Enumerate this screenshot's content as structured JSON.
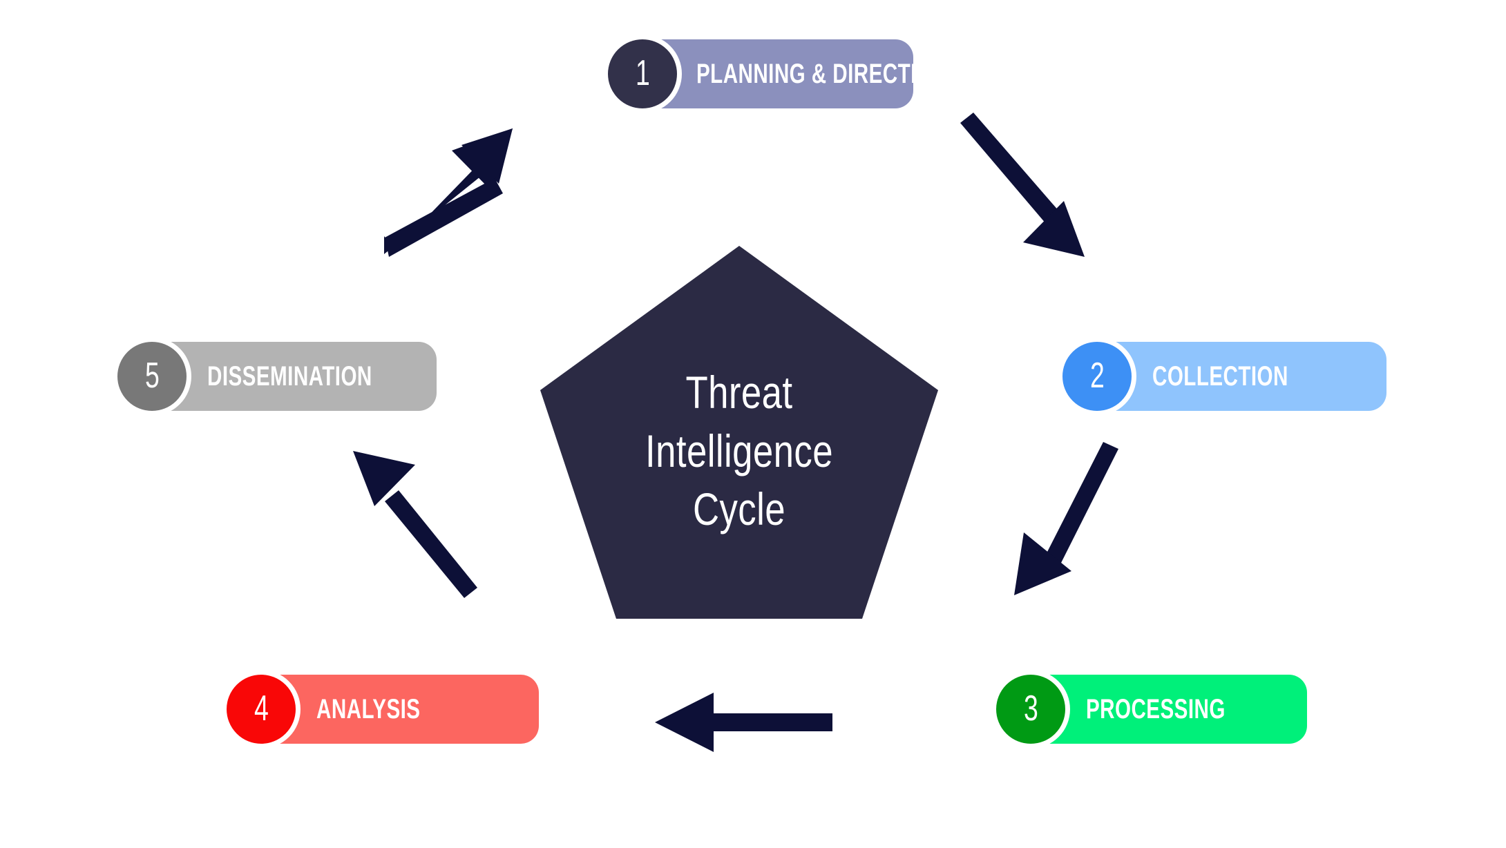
{
  "diagram": {
    "title": "Threat Intelligence Cycle",
    "center": {
      "shape": "pentagon",
      "fill": "#2b2a44",
      "lines": [
        "Threat",
        "Intelligence",
        "Cycle"
      ]
    },
    "arrow_color": "#0d1037",
    "background": "#ffffff",
    "steps": [
      {
        "number": "1",
        "label": "PLANNING & DIRECTION",
        "badge_color": "#32314a",
        "pill_color": "#8b90bd",
        "position": "top"
      },
      {
        "number": "2",
        "label": "COLLECTION",
        "badge_color": "#3d90f5",
        "pill_color": "#8fc4fd",
        "position": "right"
      },
      {
        "number": "3",
        "label": "PROCESSING",
        "badge_color": "#009a14",
        "pill_color": "#00f07a",
        "position": "bottom-right"
      },
      {
        "number": "4",
        "label": "ANALYSIS",
        "badge_color": "#f90707",
        "pill_color": "#fc6660",
        "position": "bottom-left"
      },
      {
        "number": "5",
        "label": "DISSEMINATION",
        "badge_color": "#787878",
        "pill_color": "#b3b3b3",
        "position": "left"
      }
    ],
    "arrows": [
      {
        "name": "arrow-5-to-1",
        "from": "5",
        "to": "1",
        "direction": "up-right"
      },
      {
        "name": "arrow-1-to-2",
        "from": "1",
        "to": "2",
        "direction": "down-right"
      },
      {
        "name": "arrow-2-to-3",
        "from": "2",
        "to": "3",
        "direction": "down-left"
      },
      {
        "name": "arrow-3-to-4",
        "from": "3",
        "to": "4",
        "direction": "left"
      },
      {
        "name": "arrow-4-to-5",
        "from": "4",
        "to": "5",
        "direction": "up-left"
      }
    ]
  }
}
